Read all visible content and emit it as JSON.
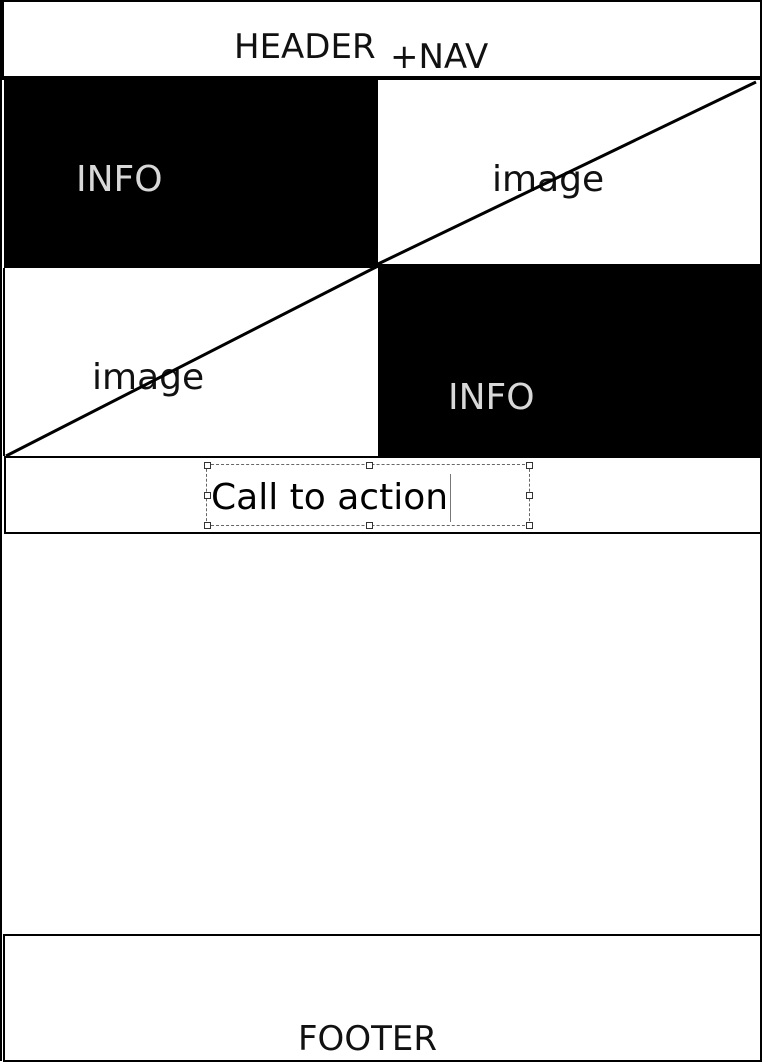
{
  "header": {
    "label_main": "HEADER",
    "label_nav": "+NAV"
  },
  "rows": [
    {
      "left": {
        "kind": "info",
        "label": "INFO"
      },
      "right": {
        "kind": "image",
        "label": "image"
      }
    },
    {
      "left": {
        "kind": "image",
        "label": "image"
      },
      "right": {
        "kind": "info",
        "label": "INFO"
      }
    }
  ],
  "cta": {
    "label": "Call to action"
  },
  "footer": {
    "label": "FOOTER"
  },
  "colors": {
    "info_bg": "#000000",
    "info_text": "#d8d8d8",
    "image_bg": "#ffffff",
    "line": "#000000"
  }
}
